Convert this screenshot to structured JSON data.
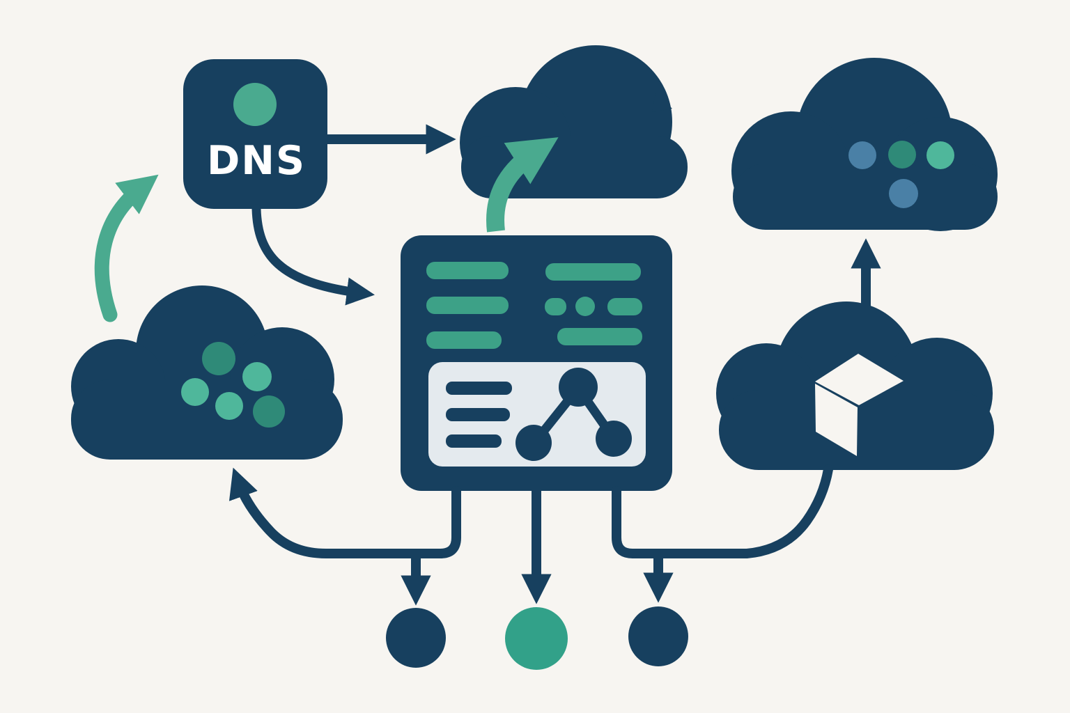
{
  "title": "DNS cloud network diagram illustration",
  "dns": {
    "label": "DNS"
  },
  "colors": {
    "background": "#f7f5f1",
    "navy": "#17405f",
    "teal_arrow": "#4aaa8f",
    "teal_light": "#4fb79b",
    "teal_dark": "#2f8a78",
    "green_bar": "#3da187",
    "green_circle": "#32a189",
    "steel_blue": "#4a80a6",
    "panel_light": "#e4eaee",
    "cube_white": "#f7f5f1",
    "text_white": "#ffffff"
  },
  "icons": {
    "dns_box": "dns-server-box-icon",
    "dns_indicator": "green-dot-indicator-icon",
    "cloud_top_center": "cloud-icon",
    "cloud_top_center_arrow": "green-up-right-arrow-icon",
    "cloud_top_right": "cloud-with-dots-icon",
    "cloud_left": "cloud-with-dots-icon",
    "cloud_right": "cloud-with-cube-icon",
    "cube": "package-cube-icon",
    "server_panel": "server-panel-icon",
    "server_panel_rows": "green-data-bars",
    "inner_screen": "screen-with-text-lines-and-node-graph",
    "node_graph": "network-nodes-icon",
    "endpoints": [
      "endpoint-circle-dark",
      "endpoint-circle-green",
      "endpoint-circle-dark"
    ],
    "arrows": [
      "green-curved-arrow-to-dns",
      "arrow-dns-to-cloud",
      "arrow-dns-to-panel",
      "arrow-cloud-to-top-right-cloud",
      "arrow-panel-loop-to-left-cloud",
      "down-arrow-left",
      "down-arrow-center",
      "down-arrow-right",
      "connector-right-cloud-to-bottom"
    ]
  }
}
